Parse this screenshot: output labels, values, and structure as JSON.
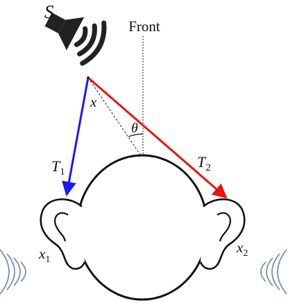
{
  "diagram": {
    "source_label": "S",
    "front_label": "Front",
    "source_point_label": "x",
    "angle_label": "θ",
    "left_path_label": {
      "base": "T",
      "sub": "1"
    },
    "right_path_label": {
      "base": "T",
      "sub": "2"
    },
    "left_ear_label": {
      "base": "x",
      "sub": "1"
    },
    "right_ear_label": {
      "base": "x",
      "sub": "2"
    },
    "colors": {
      "left_path": "#1a1aee",
      "right_path": "#ee1111",
      "ink": "#111111",
      "sound_waves": "#7a8fb5",
      "front_line": "#555555"
    },
    "icons": [
      "speaker-icon",
      "left-ear-icon",
      "right-ear-icon",
      "sound-wave-icon"
    ]
  }
}
